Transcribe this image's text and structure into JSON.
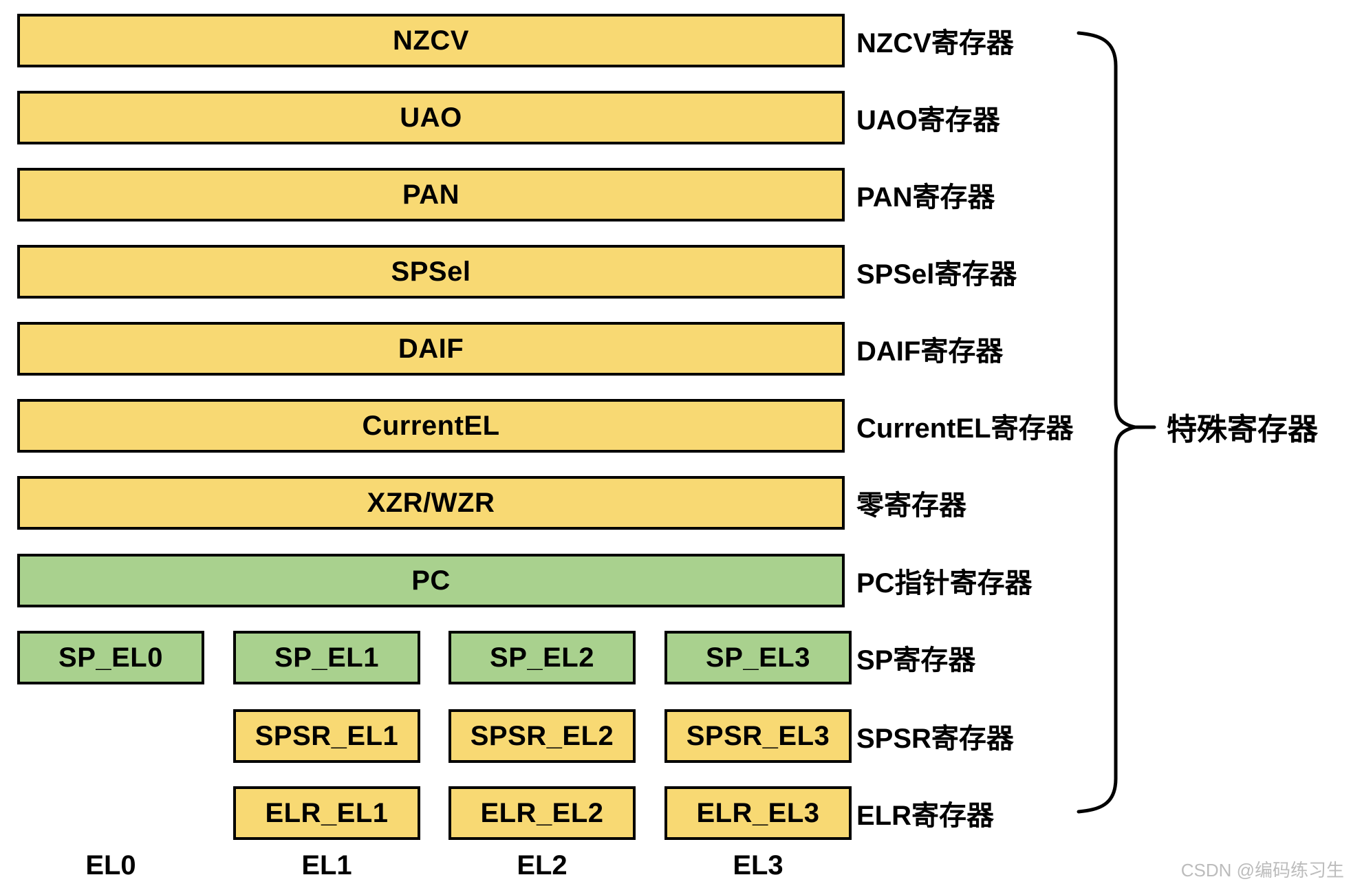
{
  "registers": {
    "full_rows": [
      {
        "name": "NZCV",
        "color": "yellow",
        "label": "NZCV寄存器"
      },
      {
        "name": "UAO",
        "color": "yellow",
        "label": "UAO寄存器"
      },
      {
        "name": "PAN",
        "color": "yellow",
        "label": "PAN寄存器"
      },
      {
        "name": "SPSel",
        "color": "yellow",
        "label": "SPSel寄存器"
      },
      {
        "name": "DAIF",
        "color": "yellow",
        "label": "DAIF寄存器"
      },
      {
        "name": "CurrentEL",
        "color": "yellow",
        "label": "CurrentEL寄存器"
      },
      {
        "name": "XZR/WZR",
        "color": "yellow",
        "label": "零寄存器"
      },
      {
        "name": "PC",
        "color": "green",
        "label": "PC指针寄存器"
      }
    ],
    "grid_rows": [
      {
        "color": "green",
        "label": "SP寄存器",
        "cells": [
          {
            "name": "SP_EL0",
            "col": 0
          },
          {
            "name": "SP_EL1",
            "col": 1
          },
          {
            "name": "SP_EL2",
            "col": 2
          },
          {
            "name": "SP_EL3",
            "col": 3
          }
        ]
      },
      {
        "color": "yellow",
        "label": "SPSR寄存器",
        "cells": [
          {
            "name": "SPSR_EL1",
            "col": 1
          },
          {
            "name": "SPSR_EL2",
            "col": 2
          },
          {
            "name": "SPSR_EL3",
            "col": 3
          }
        ]
      },
      {
        "color": "yellow",
        "label": "ELR寄存器",
        "cells": [
          {
            "name": "ELR_EL1",
            "col": 1
          },
          {
            "name": "ELR_EL2",
            "col": 2
          },
          {
            "name": "ELR_EL3",
            "col": 3
          }
        ]
      }
    ],
    "el_axis": [
      "EL0",
      "EL1",
      "EL2",
      "EL3"
    ],
    "group_label": "特殊寄存器",
    "watermark": "CSDN @编码练习生"
  },
  "colors": {
    "yellow": "#F8D973",
    "green": "#A9D18E",
    "border": "#000000",
    "text": "#000000",
    "watermark": "#BCBCBC"
  }
}
